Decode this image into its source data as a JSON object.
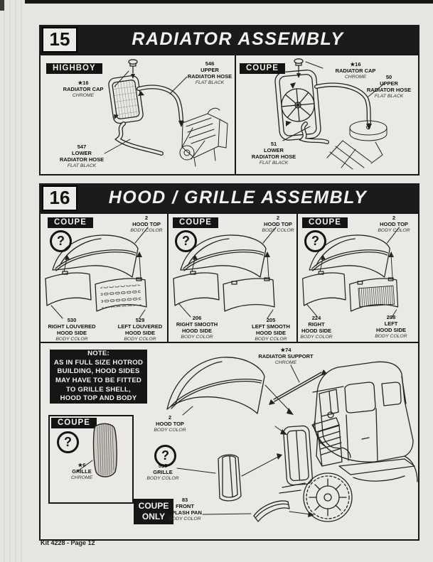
{
  "footer": "Kit 4228 - Page 12",
  "step15": {
    "number": "15",
    "title": "RADIATOR ASSEMBLY",
    "sections": [
      {
        "tag": "HIGHBOY",
        "parts": [
          {
            "num": "★16",
            "name": "RADIATOR CAP",
            "finish": "CHROME"
          },
          {
            "num": "546",
            "name": "UPPER",
            "name2": "RADIATOR HOSE",
            "finish": "FLAT BLACK"
          },
          {
            "num": "547",
            "name": "LOWER",
            "name2": "RADIATOR HOSE",
            "finish": "FLAT BLACK"
          }
        ]
      },
      {
        "tag": "COUPE",
        "parts": [
          {
            "num": "★16",
            "name": "RADIATOR CAP",
            "finish": "CHROME"
          },
          {
            "num": "50",
            "name": "UPPER",
            "name2": "RADIATOR HOSE",
            "finish": "FLAT BLACK"
          },
          {
            "num": "51",
            "name": "LOWER",
            "name2": "RADIATOR HOSE",
            "finish": "FLAT BLACK"
          }
        ]
      }
    ]
  },
  "step16": {
    "number": "16",
    "title": "HOOD / GRILLE ASSEMBLY",
    "panels": [
      {
        "tag": "COUPE",
        "hood_top": {
          "num": "2",
          "name": "HOOD TOP",
          "finish": "BODY COLOR"
        },
        "right_side": {
          "num": "530",
          "name": "RIGHT LOUVERED",
          "name2": "HOOD SIDE",
          "finish": "BODY COLOR"
        },
        "left_side": {
          "num": "529",
          "name": "LEFT LOUVERED",
          "name2": "HOOD SIDE",
          "finish": "BODY COLOR"
        }
      },
      {
        "tag": "COUPE",
        "hood_top": {
          "num": "2",
          "name": "HOOD TOP",
          "finish": "BODY COLOR"
        },
        "right_side": {
          "num": "206",
          "name": "RIGHT SMOOTH",
          "name2": "HOOD SIDE",
          "finish": "BODY COLOR"
        },
        "left_side": {
          "num": "205",
          "name": "LEFT SMOOTH",
          "name2": "HOOD SIDE",
          "finish": "BODY COLOR"
        }
      },
      {
        "tag": "COUPE",
        "hood_top": {
          "num": "2",
          "name": "HOOD TOP",
          "finish": "BODY COLOR"
        },
        "right_side": {
          "num": "224",
          "name": "RIGHT",
          "name2": "HOOD SIDE",
          "finish": "BODY COLOR"
        },
        "left_side": {
          "num": "208",
          "name": "LEFT",
          "name2": "HOOD SIDE",
          "finish": "BODY COLOR"
        }
      }
    ],
    "note": {
      "title": "NOTE:",
      "lines": [
        "AS IN FULL SIZE HOTROD",
        "BUILDING, HOOD SIDES",
        "MAY HAVE TO BE FITTED",
        "TO GRILLE SHELL,",
        "HOOD TOP AND BODY"
      ]
    },
    "grille_box": {
      "tag": "COUPE",
      "part": {
        "num": "★6",
        "name": "GRILLE",
        "finish": "CHROME"
      }
    },
    "hood_top": {
      "num": "2",
      "name": "HOOD TOP",
      "finish": "BODY COLOR"
    },
    "radiator_support": {
      "num": "★74",
      "name": "RADIATOR SUPPORT",
      "finish": "CHROME"
    },
    "grille_shell": {
      "num": "515",
      "name": "GRILLE",
      "finish": "BODY COLOR"
    },
    "coupe_only": {
      "line1": "COUPE",
      "line2": "ONLY"
    },
    "splash_pan": {
      "num": "83",
      "name": "FRONT",
      "name2": "SPLASH PAN",
      "finish": "BODY COLOR"
    }
  }
}
